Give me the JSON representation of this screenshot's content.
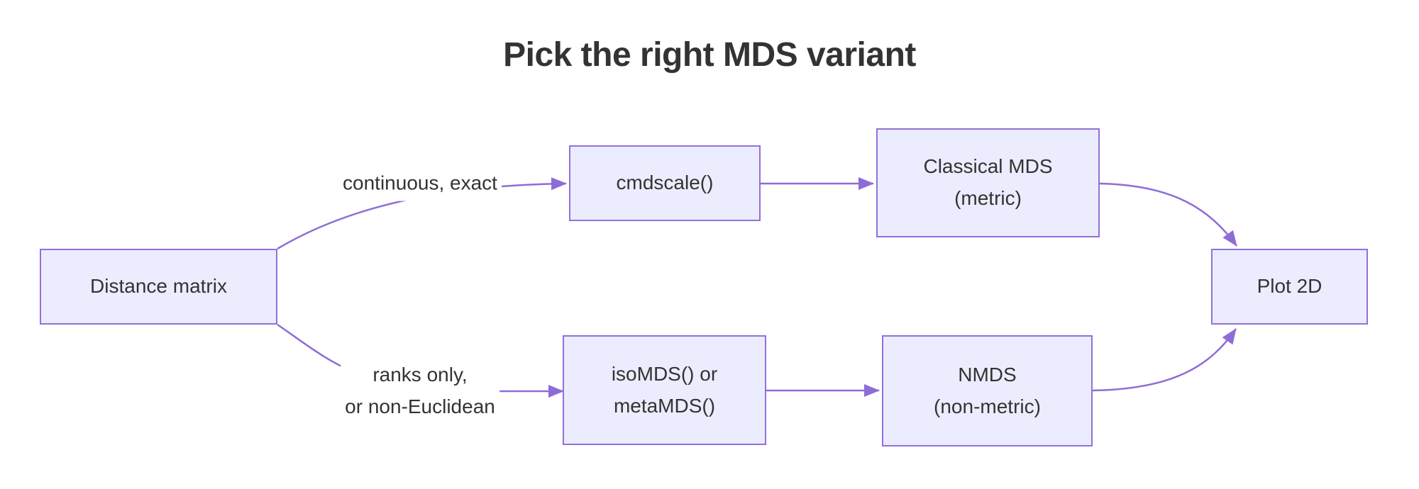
{
  "title": "Pick the right MDS variant",
  "colors": {
    "node_fill": "#ECECFF",
    "node_border": "#9370DB",
    "edge": "#8E6CD6",
    "text": "#333333",
    "title_text": "#333333",
    "background": "#FFFFFF"
  },
  "nodes": {
    "distance_matrix": {
      "label": "Distance matrix"
    },
    "cmdscale": {
      "label": "cmdscale()"
    },
    "classical_mds": {
      "line1": "Classical MDS",
      "line2": "(metric)"
    },
    "isomds": {
      "line1": "isoMDS() or",
      "line2": "metaMDS()"
    },
    "nmds": {
      "line1": "NMDS",
      "line2": "(non-metric)"
    },
    "plot_2d": {
      "label": "Plot 2D"
    }
  },
  "edge_labels": {
    "top": {
      "label": "continuous, exact"
    },
    "bottom": {
      "line1": "ranks only,",
      "line2": "or non-Euclidean"
    }
  }
}
